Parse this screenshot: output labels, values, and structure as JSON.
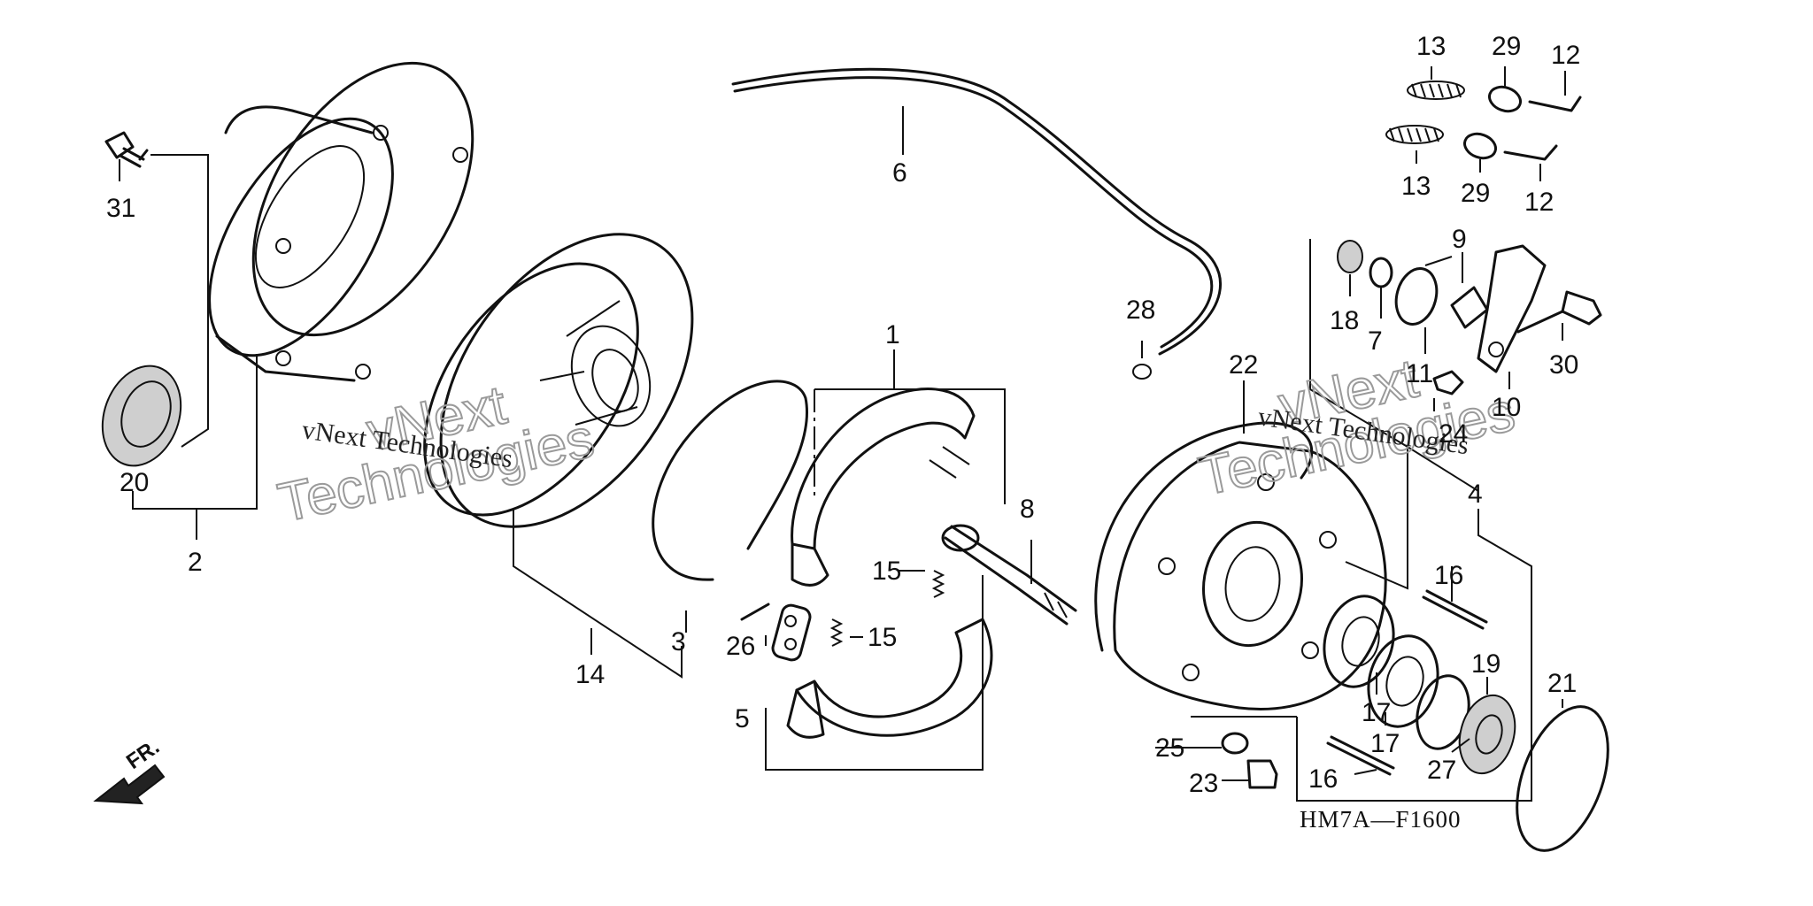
{
  "diagram": {
    "code": "HM7A—F1600",
    "direction_label": "FR.",
    "watermark": {
      "small": "vNext Technologies",
      "large_top": "vNext",
      "large_bottom": "Technologies"
    },
    "callouts": {
      "c1": "1",
      "c2": "2",
      "c3": "3",
      "c4": "4",
      "c5": "5",
      "c6": "6",
      "c7": "7",
      "c8": "8",
      "c9": "9",
      "c10": "10",
      "c11": "11",
      "c12a": "12",
      "c12b": "12",
      "c13a": "13",
      "c13b": "13",
      "c14": "14",
      "c15a": "15",
      "c15b": "15",
      "c16a": "16",
      "c16b": "16",
      "c17a": "17",
      "c17b": "17",
      "c18": "18",
      "c19": "19",
      "c20": "20",
      "c21": "21",
      "c22": "22",
      "c23": "23",
      "c24": "24",
      "c25": "25",
      "c26": "26",
      "c27": "27",
      "c28": "28",
      "c29a": "29",
      "c29b": "29",
      "c30": "30",
      "c31": "31"
    }
  }
}
